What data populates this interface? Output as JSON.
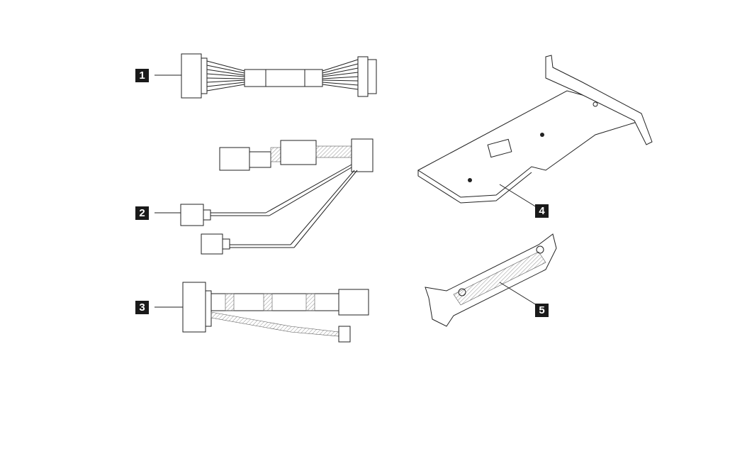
{
  "callouts": [
    {
      "label": "1"
    },
    {
      "label": "2"
    },
    {
      "label": "3"
    },
    {
      "label": "4"
    },
    {
      "label": "5"
    }
  ],
  "colors": {
    "line": "#222222",
    "callout_bg": "#1a1a1a",
    "callout_text": "#ffffff"
  }
}
